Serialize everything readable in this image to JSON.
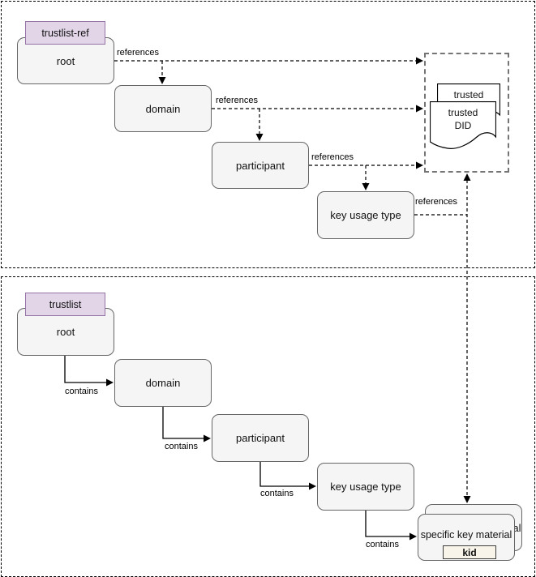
{
  "top_section": {
    "tag": "trustlist-ref",
    "nodes": {
      "root": "root",
      "domain": "domain",
      "participant": "participant",
      "key_usage_type": "key usage type"
    },
    "documents": {
      "back_label": "trusted",
      "front_line1": "trusted",
      "front_line2": "DID"
    },
    "edge_label": "references"
  },
  "bottom_section": {
    "tag": "trustlist",
    "nodes": {
      "root": "root",
      "domain": "domain",
      "participant": "participant",
      "key_usage_type": "key usage type",
      "specific_key_material": "specific key material",
      "kid": "kid"
    },
    "edge_label": "contains"
  },
  "colors": {
    "node_fill": "#f5f5f5",
    "node_border": "#666666",
    "tag_fill": "#e1d5e7",
    "tag_border": "#9673a6",
    "kid_fill": "#f8f4ea",
    "kid_border": "#3d3d3d",
    "did_container_border": "#757575",
    "edge_color": "#000000"
  }
}
